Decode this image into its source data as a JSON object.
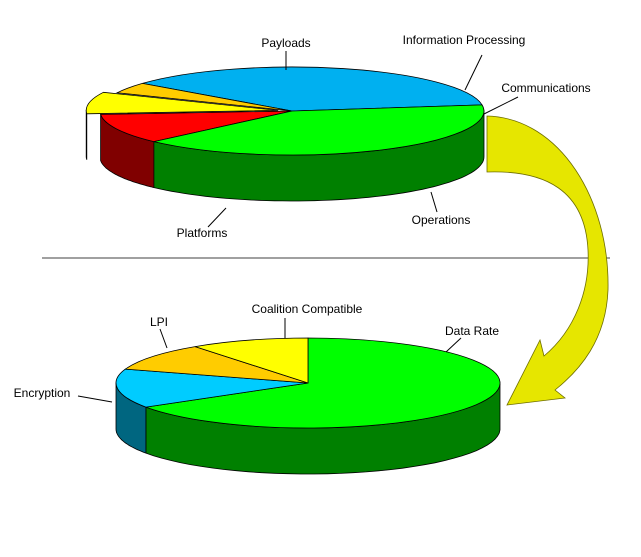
{
  "chart_data": [
    {
      "type": "pie",
      "style": "3d-exploded-link",
      "slices": [
        {
          "label": "Payloads",
          "value": 37,
          "color": "#00b0f0"
        },
        {
          "label": "Information Processing",
          "value": 4,
          "color": "#ffcc00"
        },
        {
          "label": "Communications",
          "value": 8,
          "color": "#ffff00"
        },
        {
          "label": "Operations",
          "value": 11,
          "color": "#ff0000"
        },
        {
          "label": "Platforms",
          "value": 40,
          "color": "#00ff00"
        }
      ],
      "exploded_slice": "Communications"
    },
    {
      "type": "pie",
      "style": "3d",
      "slices": [
        {
          "label": "Data Rate",
          "value": 66,
          "color": "#00ff00"
        },
        {
          "label": "Encryption",
          "value": 14,
          "color": "#00ccff"
        },
        {
          "label": "LPI",
          "value": 10,
          "color": "#ffcc00"
        },
        {
          "label": "Coalition Compatible",
          "value": 10,
          "color": "#ffff00"
        }
      ]
    }
  ],
  "colors": {
    "connector_arrow": "#e6e600",
    "divider": "#808080"
  }
}
